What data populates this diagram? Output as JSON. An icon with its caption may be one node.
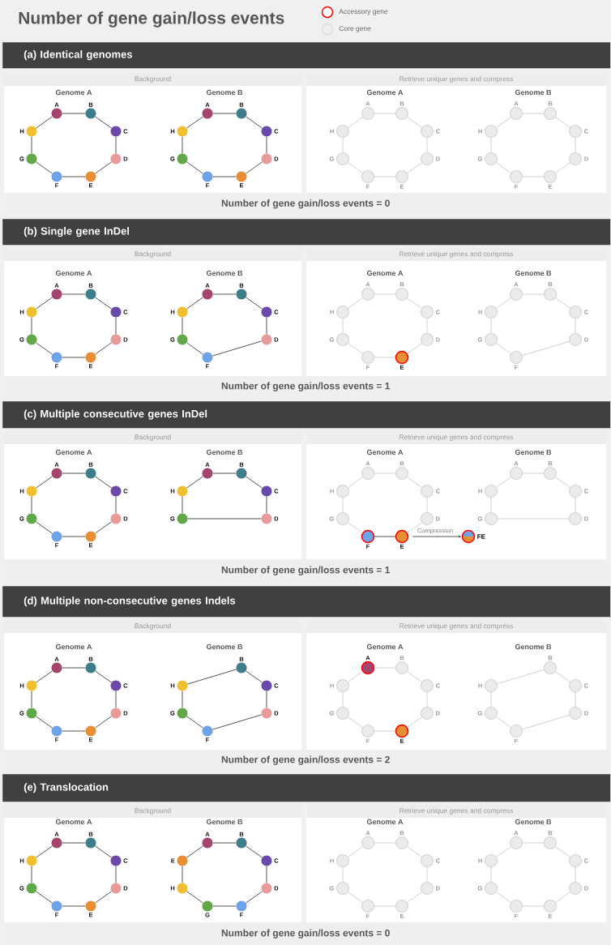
{
  "diagram": {
    "title": "Number of gene gain/loss events",
    "nodes": [
      {
        "text": [
          "(a) Identical genomes"
        ]
      },
      {
        "text": [
          "Background",
          "Genome A",
          "Genome B"
        ]
      },
      {
        "text": [],
        "shape": "circle",
        "beside": [
          "A"
        ],
        "in": 1
      },
      {
        "text": [],
        "shape": "circle",
        "beside": [
          "B"
        ],
        "in": 1
      },
      {
        "text": [],
        "shape": "circle",
        "beside": [
          "C"
        ],
        "in": 1
      },
      {
        "text": [],
        "shape": "circle",
        "beside": [
          "D"
        ],
        "in": 1
      },
      {
        "text": [],
        "shape": "circle",
        "beside": [
          "E"
        ],
        "in": 1
      },
      {
        "text": [],
        "shape": "circle",
        "beside": [
          "F"
        ],
        "in": 1
      },
      {
        "text": [],
        "shape": "circle",
        "beside": [
          "G"
        ],
        "in": 1
      },
      {
        "text": [],
        "shape": "circle",
        "beside": [
          "H"
        ],
        "in": 1
      },
      {
        "text": [],
        "shape": "circle",
        "beside": [
          "A"
        ],
        "in": 1
      },
      {
        "text": [],
        "shape": "circle",
        "beside": [
          "B"
        ],
        "in": 1
      },
      {
        "text": [],
        "shape": "circle",
        "beside": [
          "C"
        ],
        "in": 1
      },
      {
        "text": [],
        "shape": "circle",
        "beside": [
          "D"
        ],
        "in": 1
      },
      {
        "text": [],
        "shape": "circle",
        "beside": [
          "E"
        ],
        "in": 1
      },
      {
        "text": [],
        "shape": "circle",
        "beside": [
          "F"
        ],
        "in": 1
      },
      {
        "text": [],
        "shape": "circle",
        "beside": [
          "G"
        ],
        "in": 1
      },
      {
        "text": [],
        "shape": "circle",
        "beside": [
          "H"
        ],
        "in": 1
      },
      {
        "text": [
          "Retrieve unique genes and compress",
          "Genome A",
          "Genome B"
        ]
      },
      {
        "text": [],
        "shape": "circle",
        "beside": [
          "A"
        ],
        "in": 18
      },
      {
        "text": [],
        "shape": "circle",
        "beside": [
          "B"
        ],
        "in": 18
      },
      {
        "text": [],
        "shape": "circle",
        "beside": [
          "C"
        ],
        "in": 18
      },
      {
        "text": [],
        "shape": "circle",
        "beside": [
          "D"
        ],
        "in": 18
      },
      {
        "text": [],
        "shape": "circle",
        "beside": [
          "E"
        ],
        "in": 18
      },
      {
        "text": [],
        "shape": "circle",
        "beside": [
          "F"
        ],
        "in": 18
      },
      {
        "text": [],
        "shape": "circle",
        "beside": [
          "G"
        ],
        "in": 18
      },
      {
        "text": [],
        "shape": "circle",
        "beside": [
          "H"
        ],
        "in": 18
      },
      {
        "text": [],
        "shape": "circle",
        "beside": [
          "A"
        ],
        "in": 18
      },
      {
        "text": [],
        "shape": "circle",
        "beside": [
          "B"
        ],
        "in": 18
      },
      {
        "text": [],
        "shape": "circle",
        "beside": [
          "C"
        ],
        "in": 18
      },
      {
        "text": [],
        "shape": "circle",
        "beside": [
          "D"
        ],
        "in": 18
      },
      {
        "text": [],
        "shape": "circle",
        "beside": [
          "E"
        ],
        "in": 18
      },
      {
        "text": [],
        "shape": "circle",
        "beside": [
          "F"
        ],
        "in": 18
      },
      {
        "text": [],
        "shape": "circle",
        "beside": [
          "G"
        ],
        "in": 18
      },
      {
        "text": [],
        "shape": "circle",
        "beside": [
          "H"
        ],
        "in": 18
      },
      {
        "text": [
          "Number of gene gain/loss events = 0"
        ]
      },
      {
        "text": [
          "(b) Single gene InDel"
        ]
      },
      {
        "text": [
          "Background",
          "Genome A",
          "Genome B"
        ]
      },
      {
        "text": [],
        "shape": "circle",
        "beside": [
          "A"
        ],
        "in": 37
      },
      {
        "text": [],
        "shape": "circle",
        "beside": [
          "B"
        ],
        "in": 37
      },
      {
        "text": [],
        "shape": "circle",
        "beside": [
          "C"
        ],
        "in": 37
      },
      {
        "text": [],
        "shape": "circle",
        "beside": [
          "D"
        ],
        "in": 37
      },
      {
        "text": [],
        "shape": "circle",
        "beside": [
          "E"
        ],
        "in": 37
      },
      {
        "text": [],
        "shape": "circle",
        "beside": [
          "F"
        ],
        "in": 37
      },
      {
        "text": [],
        "shape": "circle",
        "beside": [
          "G"
        ],
        "in": 37
      },
      {
        "text": [],
        "shape": "circle",
        "beside": [
          "H"
        ],
        "in": 37
      },
      {
        "text": [],
        "shape": "circle",
        "beside": [
          "A"
        ],
        "in": 37
      },
      {
        "text": [],
        "shape": "circle",
        "beside": [
          "B"
        ],
        "in": 37
      },
      {
        "text": [],
        "shape": "circle",
        "beside": [
          "C"
        ],
        "in": 37
      },
      {
        "text": [],
        "shape": "circle",
        "beside": [
          "D"
        ],
        "in": 37
      },
      {
        "text": [],
        "shape": "circle",
        "beside": [
          "F"
        ],
        "in": 37
      },
      {
        "text": [],
        "shape": "circle",
        "beside": [
          "G"
        ],
        "in": 37
      },
      {
        "text": [],
        "shape": "circle",
        "beside": [
          "H"
        ],
        "in": 37
      },
      {
        "text": [
          "Retrieve unique genes and compress",
          "Genome A",
          "Genome B"
        ]
      },
      {
        "text": [],
        "shape": "circle",
        "beside": [
          "A"
        ],
        "in": 53
      },
      {
        "text": [],
        "shape": "circle",
        "beside": [
          "B"
        ],
        "in": 53
      },
      {
        "text": [],
        "shape": "circle",
        "beside": [
          "C"
        ],
        "in": 53
      },
      {
        "text": [],
        "shape": "circle",
        "beside": [
          "D"
        ],
        "in": 53
      },
      {
        "text": [],
        "shape": "circle",
        "beside": [
          "E"
        ],
        "in": 53
      },
      {
        "text": [],
        "shape": "circle",
        "beside": [
          "F"
        ],
        "in": 53
      },
      {
        "text": [],
        "shape": "circle",
        "beside": [
          "G"
        ],
        "in": 53
      },
      {
        "text": [],
        "shape": "circle",
        "beside": [
          "H"
        ],
        "in": 53
      },
      {
        "text": [],
        "shape": "circle",
        "beside": [
          "A"
        ],
        "in": 53
      },
      {
        "text": [],
        "shape": "circle",
        "beside": [
          "B"
        ],
        "in": 53
      },
      {
        "text": [],
        "shape": "circle",
        "beside": [
          "C"
        ],
        "in": 53
      },
      {
        "text": [],
        "shape": "circle",
        "beside": [
          "D"
        ],
        "in": 53
      },
      {
        "text": [],
        "shape": "circle",
        "beside": [
          "F"
        ],
        "in": 53
      },
      {
        "text": [],
        "shape": "circle",
        "beside": [
          "G"
        ],
        "in": 53
      },
      {
        "text": [],
        "shape": "circle",
        "beside": [
          "H"
        ],
        "in": 53
      },
      {
        "text": [
          "Number of gene gain/loss events = 1"
        ]
      },
      {
        "text": [
          "(c) Multiple consecutive genes InDel"
        ]
      },
      {
        "text": [
          "Background",
          "Genome A",
          "Genome B"
        ]
      },
      {
        "text": [],
        "shape": "circle",
        "beside": [
          "A"
        ],
        "in": 71
      },
      {
        "text": [],
        "shape": "circle",
        "beside": [
          "B"
        ],
        "in": 71
      },
      {
        "text": [],
        "shape": "circle",
        "beside": [
          "C"
        ],
        "in": 71
      },
      {
        "text": [],
        "shape": "circle",
        "beside": [
          "D"
        ],
        "in": 71
      },
      {
        "text": [],
        "shape": "circle",
        "beside": [
          "E"
        ],
        "in": 71
      },
      {
        "text": [],
        "shape": "circle",
        "beside": [
          "F"
        ],
        "in": 71
      },
      {
        "text": [],
        "shape": "circle",
        "beside": [
          "G"
        ],
        "in": 71
      },
      {
        "text": [],
        "shape": "circle",
        "beside": [
          "H"
        ],
        "in": 71
      },
      {
        "text": [],
        "shape": "circle",
        "beside": [
          "A"
        ],
        "in": 71
      },
      {
        "text": [],
        "shape": "circle",
        "beside": [
          "B"
        ],
        "in": 71
      },
      {
        "text": [],
        "shape": "circle",
        "beside": [
          "C"
        ],
        "in": 71
      },
      {
        "text": [],
        "shape": "circle",
        "beside": [
          "D"
        ],
        "in": 71
      },
      {
        "text": [],
        "shape": "circle",
        "beside": [
          "G"
        ],
        "in": 71
      },
      {
        "text": [],
        "shape": "circle",
        "beside": [
          "H"
        ],
        "in": 71
      },
      {
        "text": [
          "Retrieve unique genes and compress",
          "Genome A",
          "Genome B"
        ]
      },
      {
        "text": [],
        "shape": "circle",
        "beside": [
          "A"
        ],
        "in": 86
      },
      {
        "text": [],
        "shape": "circle",
        "beside": [
          "B"
        ],
        "in": 86
      },
      {
        "text": [],
        "shape": "circle",
        "beside": [
          "C"
        ],
        "in": 86
      },
      {
        "text": [],
        "shape": "circle",
        "beside": [
          "D"
        ],
        "in": 86
      },
      {
        "text": [],
        "shape": "circle",
        "beside": [
          "E"
        ],
        "in": 86
      },
      {
        "text": [],
        "shape": "circle",
        "beside": [
          "F"
        ],
        "in": 86
      },
      {
        "text": [],
        "shape": "circle",
        "beside": [
          "G"
        ],
        "in": 86
      },
      {
        "text": [],
        "shape": "circle",
        "beside": [
          "H"
        ],
        "in": 86
      },
      {
        "text": [],
        "shape": "circle",
        "beside": [
          "A"
        ],
        "in": 86
      },
      {
        "text": [],
        "shape": "circle",
        "beside": [
          "B"
        ],
        "in": 86
      },
      {
        "text": [],
        "shape": "circle",
        "beside": [
          "C"
        ],
        "in": 86
      },
      {
        "text": [],
        "shape": "circle",
        "beside": [
          "D"
        ],
        "in": 86
      },
      {
        "text": [],
        "shape": "circle",
        "beside": [
          "G"
        ],
        "in": 86
      },
      {
        "text": [],
        "shape": "circle",
        "beside": [
          "H"
        ],
        "in": 86
      },
      {
        "text": [],
        "shape": "circle",
        "beside": [
          "FE"
        ],
        "in": 86
      },
      {
        "text": [
          "Number of gene gain/loss events = 1"
        ]
      },
      {
        "text": [
          "(d) Multiple non-consecutive genes Indels"
        ]
      },
      {
        "text": [
          "Background",
          "Genome A",
          "Genome B"
        ]
      },
      {
        "text": [],
        "shape": "circle",
        "beside": [
          "A"
        ],
        "in": 104
      },
      {
        "text": [],
        "shape": "circle",
        "beside": [
          "B"
        ],
        "in": 104
      },
      {
        "text": [],
        "shape": "circle",
        "beside": [
          "C"
        ],
        "in": 104
      },
      {
        "text": [],
        "shape": "circle",
        "beside": [
          "D"
        ],
        "in": 104
      },
      {
        "text": [],
        "shape": "circle",
        "beside": [
          "E"
        ],
        "in": 104
      },
      {
        "text": [],
        "shape": "circle",
        "beside": [
          "F"
        ],
        "in": 104
      },
      {
        "text": [],
        "shape": "circle",
        "beside": [
          "G"
        ],
        "in": 104
      },
      {
        "text": [],
        "shape": "circle",
        "beside": [
          "H"
        ],
        "in": 104
      },
      {
        "text": [],
        "shape": "circle",
        "beside": [
          "B"
        ],
        "in": 104
      },
      {
        "text": [],
        "shape": "circle",
        "beside": [
          "C"
        ],
        "in": 104
      },
      {
        "text": [],
        "shape": "circle",
        "beside": [
          "D"
        ],
        "in": 104
      },
      {
        "text": [],
        "shape": "circle",
        "beside": [
          "F"
        ],
        "in": 104
      },
      {
        "text": [],
        "shape": "circle",
        "beside": [
          "G"
        ],
        "in": 104
      },
      {
        "text": [],
        "shape": "circle",
        "beside": [
          "H"
        ],
        "in": 104
      },
      {
        "text": [
          "Retrieve unique genes and compress",
          "Genome A",
          "Genome B"
        ]
      },
      {
        "text": [],
        "shape": "circle",
        "beside": [
          "A"
        ],
        "in": 119
      },
      {
        "text": [],
        "shape": "circle",
        "beside": [
          "B"
        ],
        "in": 119
      },
      {
        "text": [],
        "shape": "circle",
        "beside": [
          "C"
        ],
        "in": 119
      },
      {
        "text": [],
        "shape": "circle",
        "beside": [
          "D"
        ],
        "in": 119
      },
      {
        "text": [],
        "shape": "circle",
        "beside": [
          "E"
        ],
        "in": 119
      },
      {
        "text": [],
        "shape": "circle",
        "beside": [
          "F"
        ],
        "in": 119
      },
      {
        "text": [],
        "shape": "circle",
        "beside": [
          "G"
        ],
        "in": 119
      },
      {
        "text": [],
        "shape": "circle",
        "beside": [
          "H"
        ],
        "in": 119
      },
      {
        "text": [],
        "shape": "circle",
        "beside": [
          "B"
        ],
        "in": 119
      },
      {
        "text": [],
        "shape": "circle",
        "beside": [
          "C"
        ],
        "in": 119
      },
      {
        "text": [],
        "shape": "circle",
        "beside": [
          "D"
        ],
        "in": 119
      },
      {
        "text": [],
        "shape": "circle",
        "beside": [
          "F"
        ],
        "in": 119
      },
      {
        "text": [],
        "shape": "circle",
        "beside": [
          "G"
        ],
        "in": 119
      },
      {
        "text": [],
        "shape": "circle",
        "beside": [
          "H"
        ],
        "in": 119
      },
      {
        "text": [
          "Number of gene gain/loss events = 2"
        ]
      },
      {
        "text": [
          "(e) Translocation"
        ]
      },
      {
        "text": [
          "Background",
          "Genome A",
          "Genome B"
        ]
      },
      {
        "text": [],
        "shape": "circle",
        "beside": [
          "A"
        ],
        "in": 136
      },
      {
        "text": [],
        "shape": "circle",
        "beside": [
          "B"
        ],
        "in": 136
      },
      {
        "text": [],
        "shape": "circle",
        "beside": [
          "C"
        ],
        "in": 136
      },
      {
        "text": [],
        "shape": "circle",
        "beside": [
          "D"
        ],
        "in": 136
      },
      {
        "text": [],
        "shape": "circle",
        "beside": [
          "E"
        ],
        "in": 136
      },
      {
        "text": [],
        "shape": "circle",
        "beside": [
          "F"
        ],
        "in": 136
      },
      {
        "text": [],
        "shape": "circle",
        "beside": [
          "G"
        ],
        "in": 136
      },
      {
        "text": [],
        "shape": "circle",
        "beside": [
          "H"
        ],
        "in": 136
      },
      {
        "text": [],
        "shape": "circle",
        "beside": [
          "A"
        ],
        "in": 136
      },
      {
        "text": [],
        "shape": "circle",
        "beside": [
          "B"
        ],
        "in": 136
      },
      {
        "text": [],
        "shape": "circle",
        "beside": [
          "C"
        ],
        "in": 136
      },
      {
        "text": [],
        "shape": "circle",
        "beside": [
          "D"
        ],
        "in": 136
      },
      {
        "text": [],
        "shape": "circle",
        "beside": [
          "F"
        ],
        "in": 136
      },
      {
        "text": [],
        "shape": "circle",
        "beside": [
          "G"
        ],
        "in": 136
      },
      {
        "text": [],
        "shape": "circle",
        "beside": [
          "H"
        ],
        "in": 136
      },
      {
        "text": [],
        "shape": "circle",
        "beside": [
          "E"
        ],
        "in": 136
      },
      {
        "text": [
          "Retrieve unique genes and compress",
          "Genome A",
          "Genome B"
        ]
      },
      {
        "text": [],
        "shape": "circle",
        "beside": [
          "A"
        ],
        "in": 153
      },
      {
        "text": [],
        "shape": "circle",
        "beside": [
          "B"
        ],
        "in": 153
      },
      {
        "text": [],
        "shape": "circle",
        "beside": [
          "C"
        ],
        "in": 153
      },
      {
        "text": [],
        "shape": "circle",
        "beside": [
          "D"
        ],
        "in": 153
      },
      {
        "text": [],
        "shape": "circle",
        "beside": [
          "E"
        ],
        "in": 153
      },
      {
        "text": [],
        "shape": "circle",
        "beside": [
          "F"
        ],
        "in": 153
      },
      {
        "text": [],
        "shape": "circle",
        "beside": [
          "G"
        ],
        "in": 153
      },
      {
        "text": [],
        "shape": "circle",
        "beside": [
          "H"
        ],
        "in": 153
      },
      {
        "text": [],
        "shape": "circle",
        "beside": [
          "A"
        ],
        "in": 153
      },
      {
        "text": [],
        "shape": "circle",
        "beside": [
          "B"
        ],
        "in": 153
      },
      {
        "text": [],
        "shape": "circle",
        "beside": [
          "C"
        ],
        "in": 153
      },
      {
        "text": [],
        "shape": "circle",
        "beside": [
          "D"
        ],
        "in": 153
      },
      {
        "text": [],
        "shape": "circle",
        "beside": [
          "E"
        ],
        "in": 153
      },
      {
        "text": [],
        "shape": "circle",
        "beside": [
          "F"
        ],
        "in": 153
      },
      {
        "text": [],
        "shape": "circle",
        "beside": [
          "G"
        ],
        "in": 153
      },
      {
        "text": [],
        "shape": "circle",
        "beside": [
          "H"
        ],
        "in": 153
      },
      {
        "text": [
          "Number of gene gain/loss events = 0"
        ]
      }
    ],
    "edges": [
      {
        "from": 2,
        "to": 3,
        "arrow": "none"
      },
      {
        "from": 3,
        "to": 4,
        "arrow": "none"
      },
      {
        "from": 4,
        "to": 5,
        "arrow": "none"
      },
      {
        "from": 5,
        "to": 6,
        "arrow": "none"
      },
      {
        "from": 6,
        "to": 7,
        "arrow": "none"
      },
      {
        "from": 7,
        "to": 8,
        "arrow": "none"
      },
      {
        "from": 8,
        "to": 9,
        "arrow": "none"
      },
      {
        "from": 9,
        "to": 2,
        "arrow": "none"
      },
      {
        "from": 10,
        "to": 11,
        "arrow": "none"
      },
      {
        "from": 11,
        "to": 12,
        "arrow": "none"
      },
      {
        "from": 12,
        "to": 13,
        "arrow": "none"
      },
      {
        "from": 13,
        "to": 14,
        "arrow": "none"
      },
      {
        "from": 14,
        "to": 15,
        "arrow": "none"
      },
      {
        "from": 15,
        "to": 16,
        "arrow": "none"
      },
      {
        "from": 16,
        "to": 17,
        "arrow": "none"
      },
      {
        "from": 17,
        "to": 10,
        "arrow": "none"
      },
      {
        "from": 19,
        "to": 20,
        "arrow": "none",
        "color": "#d0d0d0"
      },
      {
        "from": 20,
        "to": 21,
        "arrow": "none",
        "color": "#d0d0d0"
      },
      {
        "from": 21,
        "to": 22,
        "arrow": "none",
        "color": "#d0d0d0"
      },
      {
        "from": 22,
        "to": 23,
        "arrow": "none",
        "color": "#d0d0d0"
      },
      {
        "from": 23,
        "to": 24,
        "arrow": "none",
        "color": "#d0d0d0"
      },
      {
        "from": 24,
        "to": 25,
        "arrow": "none",
        "color": "#d0d0d0"
      },
      {
        "from": 25,
        "to": 26,
        "arrow": "none",
        "color": "#d0d0d0"
      },
      {
        "from": 26,
        "to": 19,
        "arrow": "none",
        "color": "#d0d0d0"
      },
      {
        "from": 27,
        "to": 28,
        "arrow": "none",
        "color": "#d0d0d0"
      },
      {
        "from": 28,
        "to": 29,
        "arrow": "none",
        "color": "#d0d0d0"
      },
      {
        "from": 29,
        "to": 30,
        "arrow": "none",
        "color": "#d0d0d0"
      },
      {
        "from": 30,
        "to": 31,
        "arrow": "none",
        "color": "#d0d0d0"
      },
      {
        "from": 31,
        "to": 32,
        "arrow": "none",
        "color": "#d0d0d0"
      },
      {
        "from": 32,
        "to": 33,
        "arrow": "none",
        "color": "#d0d0d0"
      },
      {
        "from": 33,
        "to": 34,
        "arrow": "none",
        "color": "#d0d0d0"
      },
      {
        "from": 34,
        "to": 27,
        "arrow": "none",
        "color": "#d0d0d0"
      },
      {
        "from": 38,
        "to": 39,
        "arrow": "none"
      },
      {
        "from": 39,
        "to": 40,
        "arrow": "none"
      },
      {
        "from": 40,
        "to": 41,
        "arrow": "none"
      },
      {
        "from": 41,
        "to": 42,
        "arrow": "none"
      },
      {
        "from": 42,
        "to": 43,
        "arrow": "none"
      },
      {
        "from": 43,
        "to": 44,
        "arrow": "none"
      },
      {
        "from": 44,
        "to": 45,
        "arrow": "none"
      },
      {
        "from": 45,
        "to": 38,
        "arrow": "none"
      },
      {
        "from": 46,
        "to": 47,
        "arrow": "none"
      },
      {
        "from": 47,
        "to": 48,
        "arrow": "none"
      },
      {
        "from": 48,
        "to": 49,
        "arrow": "none"
      },
      {
        "from": 49,
        "to": 50,
        "arrow": "none"
      },
      {
        "from": 50,
        "to": 51,
        "arrow": "none"
      },
      {
        "from": 51,
        "to": 52,
        "arrow": "none"
      },
      {
        "from": 52,
        "to": 46,
        "arrow": "none"
      },
      {
        "from": 54,
        "to": 55,
        "arrow": "none",
        "color": "#d0d0d0"
      },
      {
        "from": 55,
        "to": 56,
        "arrow": "none",
        "color": "#d0d0d0"
      },
      {
        "from": 56,
        "to": 57,
        "arrow": "none",
        "color": "#d0d0d0"
      },
      {
        "from": 57,
        "to": 58,
        "arrow": "none",
        "color": "#d0d0d0"
      },
      {
        "from": 58,
        "to": 59,
        "arrow": "none",
        "color": "#d0d0d0"
      },
      {
        "from": 59,
        "to": 60,
        "arrow": "none",
        "color": "#d0d0d0"
      },
      {
        "from": 60,
        "to": 61,
        "arrow": "none",
        "color": "#d0d0d0"
      },
      {
        "from": 61,
        "to": 54,
        "arrow": "none",
        "color": "#d0d0d0"
      },
      {
        "from": 62,
        "to": 63,
        "arrow": "none",
        "color": "#d0d0d0"
      },
      {
        "from": 63,
        "to": 64,
        "arrow": "none",
        "color": "#d0d0d0"
      },
      {
        "from": 64,
        "to": 65,
        "arrow": "none",
        "color": "#d0d0d0"
      },
      {
        "from": 65,
        "to": 66,
        "arrow": "none",
        "color": "#d0d0d0"
      },
      {
        "from": 66,
        "to": 67,
        "arrow": "none",
        "color": "#d0d0d0"
      },
      {
        "from": 67,
        "to": 68,
        "arrow": "none",
        "color": "#d0d0d0"
      },
      {
        "from": 68,
        "to": 62,
        "arrow": "none",
        "color": "#d0d0d0"
      },
      {
        "from": 72,
        "to": 73,
        "arrow": "none"
      },
      {
        "from": 73,
        "to": 74,
        "arrow": "none"
      },
      {
        "from": 74,
        "to": 75,
        "arrow": "none"
      },
      {
        "from": 75,
        "to": 76,
        "arrow": "none"
      },
      {
        "from": 76,
        "to": 77,
        "arrow": "none"
      },
      {
        "from": 77,
        "to": 78,
        "arrow": "none"
      },
      {
        "from": 78,
        "to": 79,
        "arrow": "none"
      },
      {
        "from": 79,
        "to": 72,
        "arrow": "none"
      },
      {
        "from": 80,
        "to": 81,
        "arrow": "none"
      },
      {
        "from": 81,
        "to": 82,
        "arrow": "none"
      },
      {
        "from": 82,
        "to": 83,
        "arrow": "none"
      },
      {
        "from": 83,
        "to": 84,
        "arrow": "none"
      },
      {
        "from": 84,
        "to": 85,
        "arrow": "none"
      },
      {
        "from": 85,
        "to": 80,
        "arrow": "none"
      },
      {
        "from": 87,
        "to": 88,
        "arrow": "none",
        "color": "#d0d0d0"
      },
      {
        "from": 88,
        "to": 89,
        "arrow": "none",
        "color": "#d0d0d0"
      },
      {
        "from": 89,
        "to": 90,
        "arrow": "none",
        "color": "#d0d0d0"
      },
      {
        "from": 90,
        "to": 91,
        "arrow": "none",
        "color": "#d0d0d0"
      },
      {
        "from": 91,
        "to": 92,
        "arrow": "none"
      },
      {
        "from": 92,
        "to": 93,
        "arrow": "none",
        "color": "#d0d0d0"
      },
      {
        "from": 93,
        "to": 94,
        "arrow": "none",
        "color": "#d0d0d0"
      },
      {
        "from": 94,
        "to": 87,
        "arrow": "none",
        "color": "#d0d0d0"
      },
      {
        "from": 95,
        "to": 96,
        "arrow": "none",
        "color": "#d0d0d0"
      },
      {
        "from": 96,
        "to": 97,
        "arrow": "none",
        "color": "#d0d0d0"
      },
      {
        "from": 97,
        "to": 98,
        "arrow": "none",
        "color": "#d0d0d0"
      },
      {
        "from": 98,
        "to": 99,
        "arrow": "none",
        "color": "#d0d0d0"
      },
      {
        "from": 99,
        "to": 100,
        "arrow": "none",
        "color": "#d0d0d0"
      },
      {
        "from": 100,
        "to": 95,
        "arrow": "none",
        "color": "#d0d0d0"
      },
      {
        "from": 91,
        "to": 101,
        "arrow": "to",
        "label": "Compression"
      },
      {
        "from": 105,
        "to": 106,
        "arrow": "none"
      },
      {
        "from": 106,
        "to": 107,
        "arrow": "none"
      },
      {
        "from": 107,
        "to": 108,
        "arrow": "none"
      },
      {
        "from": 108,
        "to": 109,
        "arrow": "none"
      },
      {
        "from": 109,
        "to": 110,
        "arrow": "none"
      },
      {
        "from": 110,
        "to": 111,
        "arrow": "none"
      },
      {
        "from": 111,
        "to": 112,
        "arrow": "none"
      },
      {
        "from": 112,
        "to": 105,
        "arrow": "none"
      },
      {
        "from": 113,
        "to": 114,
        "arrow": "none"
      },
      {
        "from": 114,
        "to": 115,
        "arrow": "none"
      },
      {
        "from": 115,
        "to": 116,
        "arrow": "none"
      },
      {
        "from": 116,
        "to": 117,
        "arrow": "none"
      },
      {
        "from": 117,
        "to": 118,
        "arrow": "none"
      },
      {
        "from": 118,
        "to": 113,
        "arrow": "none"
      },
      {
        "from": 120,
        "to": 121,
        "arrow": "none",
        "color": "#d0d0d0"
      },
      {
        "from": 121,
        "to": 122,
        "arrow": "none",
        "color": "#d0d0d0"
      },
      {
        "from": 122,
        "to": 123,
        "arrow": "none",
        "color": "#d0d0d0"
      },
      {
        "from": 123,
        "to": 124,
        "arrow": "none",
        "color": "#d0d0d0"
      },
      {
        "from": 124,
        "to": 125,
        "arrow": "none",
        "color": "#d0d0d0"
      },
      {
        "from": 125,
        "to": 126,
        "arrow": "none",
        "color": "#d0d0d0"
      },
      {
        "from": 126,
        "to": 127,
        "arrow": "none",
        "color": "#d0d0d0"
      },
      {
        "from": 127,
        "to": 120,
        "arrow": "none",
        "color": "#d0d0d0"
      },
      {
        "from": 128,
        "to": 129,
        "arrow": "none",
        "color": "#d0d0d0"
      },
      {
        "from": 129,
        "to": 130,
        "arrow": "none",
        "color": "#d0d0d0"
      },
      {
        "from": 130,
        "to": 131,
        "arrow": "none",
        "color": "#d0d0d0"
      },
      {
        "from": 131,
        "to": 132,
        "arrow": "none",
        "color": "#d0d0d0"
      },
      {
        "from": 132,
        "to": 133,
        "arrow": "none",
        "color": "#d0d0d0"
      },
      {
        "from": 133,
        "to": 128,
        "arrow": "none",
        "color": "#d0d0d0"
      },
      {
        "from": 137,
        "to": 138,
        "arrow": "none"
      },
      {
        "from": 138,
        "to": 139,
        "arrow": "none"
      },
      {
        "from": 139,
        "to": 140,
        "arrow": "none"
      },
      {
        "from": 140,
        "to": 141,
        "arrow": "none"
      },
      {
        "from": 141,
        "to": 142,
        "arrow": "none"
      },
      {
        "from": 142,
        "to": 143,
        "arrow": "none"
      },
      {
        "from": 143,
        "to": 144,
        "arrow": "none"
      },
      {
        "from": 144,
        "to": 137,
        "arrow": "none"
      },
      {
        "from": 145,
        "to": 146,
        "arrow": "none"
      },
      {
        "from": 146,
        "to": 147,
        "arrow": "none"
      },
      {
        "from": 147,
        "to": 148,
        "arrow": "none"
      },
      {
        "from": 148,
        "to": 149,
        "arrow": "none"
      },
      {
        "from": 149,
        "to": 150,
        "arrow": "none"
      },
      {
        "from": 150,
        "to": 151,
        "arrow": "none"
      },
      {
        "from": 151,
        "to": 152,
        "arrow": "none"
      },
      {
        "from": 152,
        "to": 145,
        "arrow": "none"
      },
      {
        "from": 154,
        "to": 155,
        "arrow": "none",
        "color": "#d0d0d0"
      },
      {
        "from": 155,
        "to": 156,
        "arrow": "none",
        "color": "#d0d0d0"
      },
      {
        "from": 156,
        "to": 157,
        "arrow": "none",
        "color": "#d0d0d0"
      },
      {
        "from": 157,
        "to": 158,
        "arrow": "none",
        "color": "#d0d0d0"
      },
      {
        "from": 158,
        "to": 159,
        "arrow": "none",
        "color": "#d0d0d0"
      },
      {
        "from": 159,
        "to": 160,
        "arrow": "none",
        "color": "#d0d0d0"
      },
      {
        "from": 160,
        "to": 161,
        "arrow": "none",
        "color": "#d0d0d0"
      },
      {
        "from": 161,
        "to": 154,
        "arrow": "none",
        "color": "#d0d0d0"
      },
      {
        "from": 162,
        "to": 163,
        "arrow": "none",
        "color": "#d0d0d0"
      },
      {
        "from": 163,
        "to": 164,
        "arrow": "none",
        "color": "#d0d0d0"
      },
      {
        "from": 164,
        "to": 165,
        "arrow": "none",
        "color": "#d0d0d0"
      },
      {
        "from": 165,
        "to": 166,
        "arrow": "none",
        "color": "#d0d0d0"
      },
      {
        "from": 166,
        "to": 167,
        "arrow": "none",
        "color": "#d0d0d0"
      },
      {
        "from": 167,
        "to": 168,
        "arrow": "none",
        "color": "#d0d0d0"
      },
      {
        "from": 168,
        "to": 169,
        "arrow": "none",
        "color": "#d0d0d0"
      },
      {
        "from": 169,
        "to": 162,
        "arrow": "none",
        "color": "#d0d0d0"
      }
    ],
    "legend": [
      {
        "text": "Accessory gene"
      },
      {
        "text": "Core gene"
      }
    ]
  }
}
